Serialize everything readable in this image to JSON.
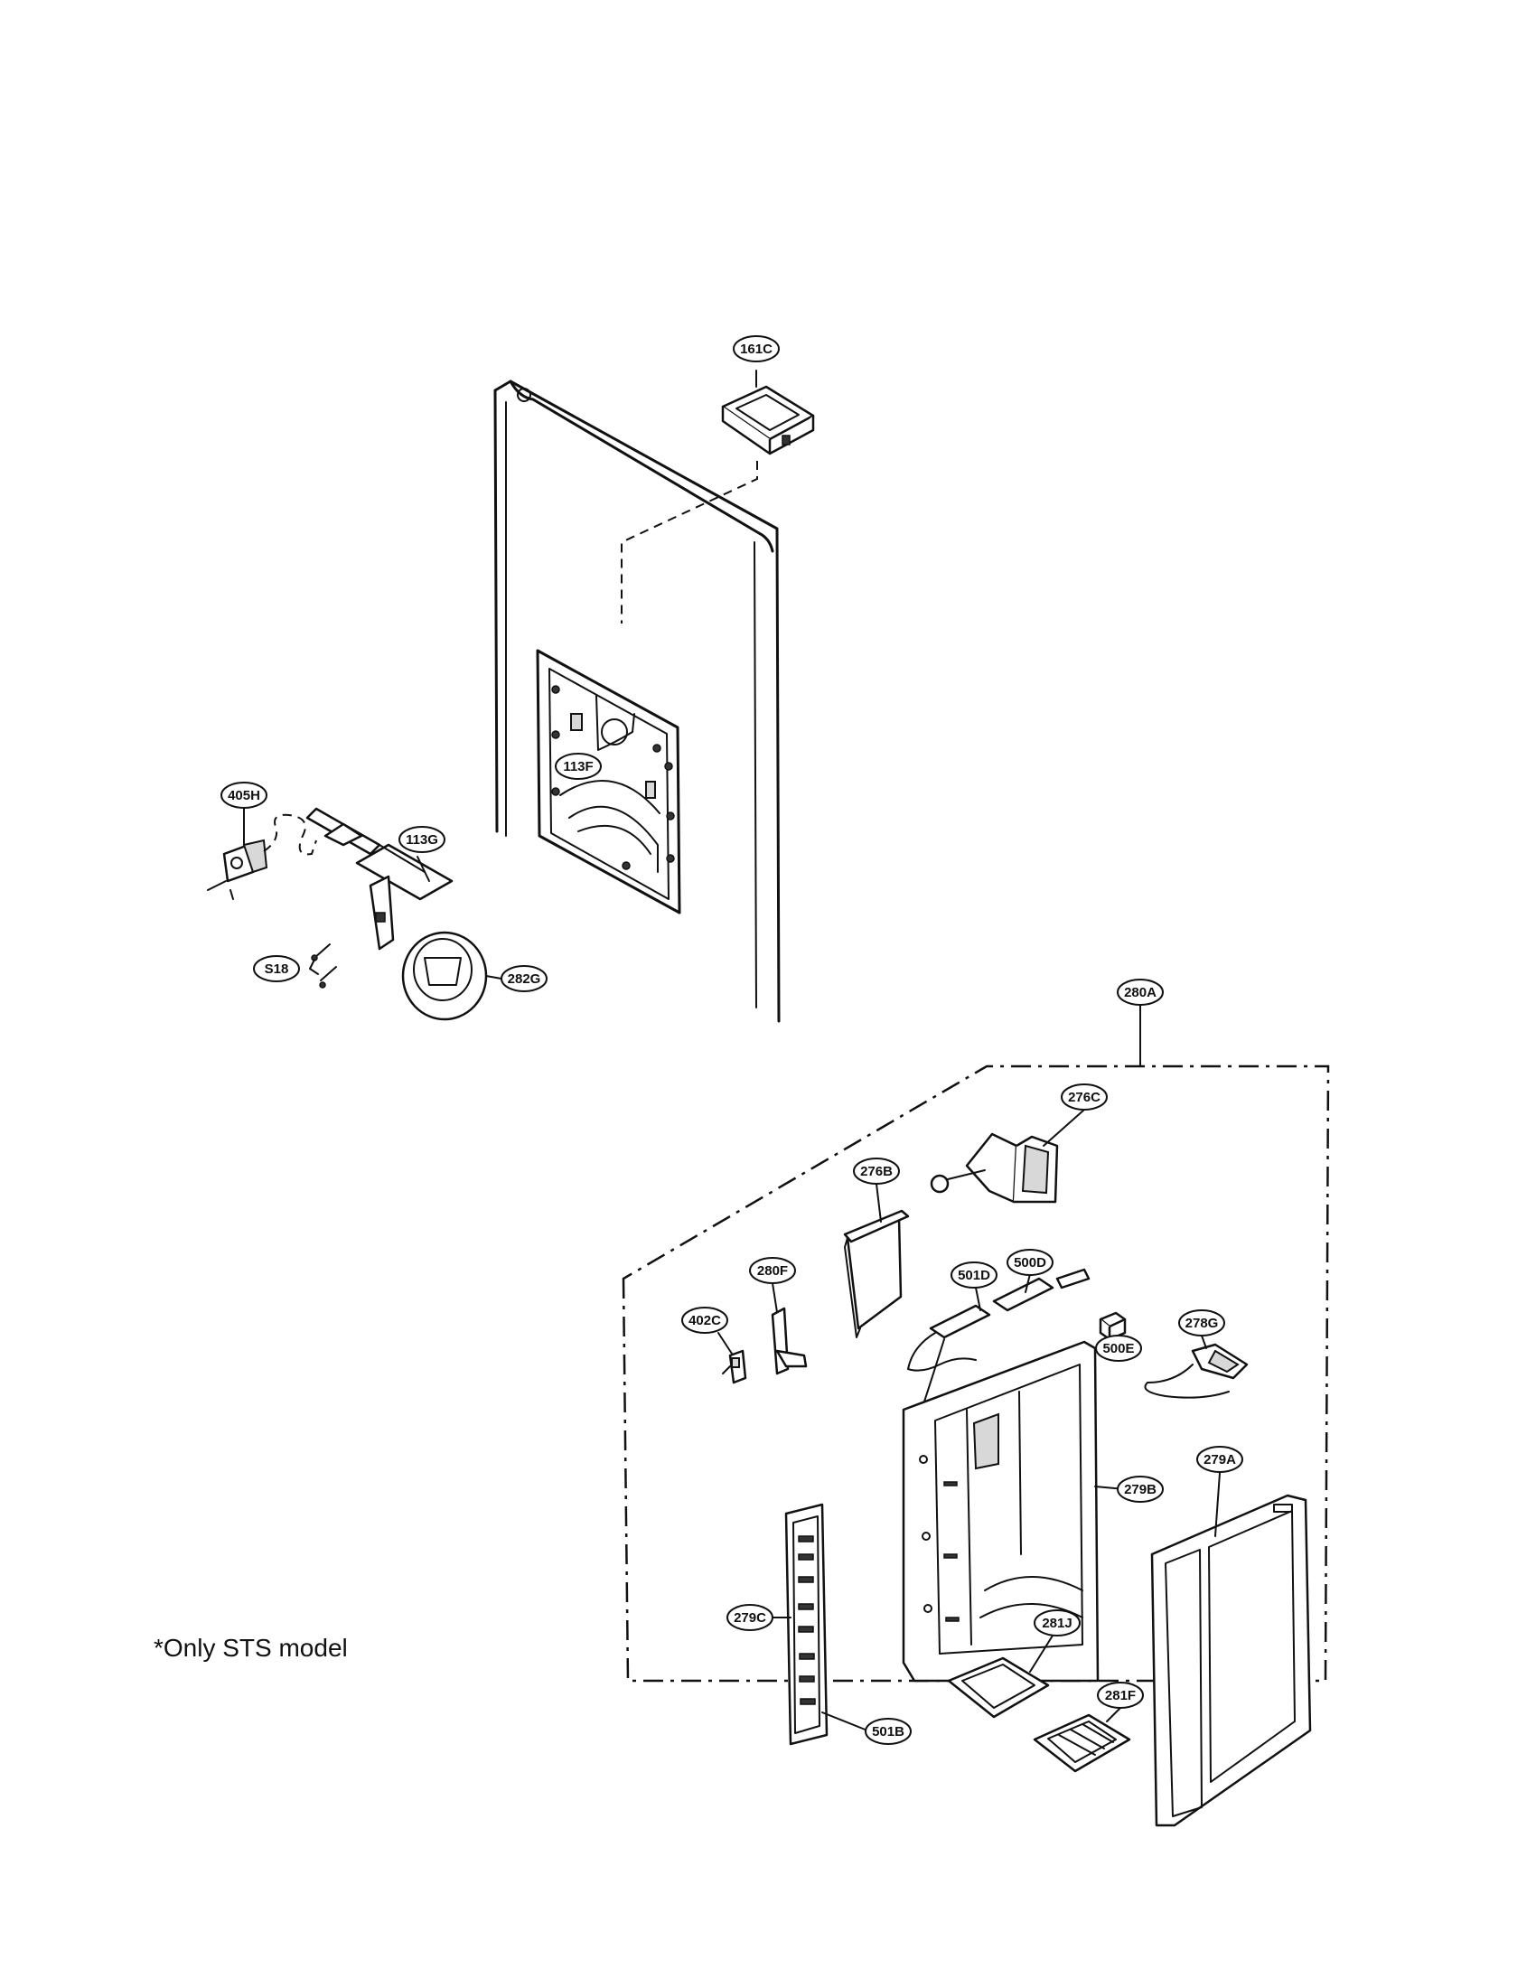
{
  "note": "*Only STS model",
  "callouts": [
    {
      "id": "161C",
      "label": "161C"
    },
    {
      "id": "113F",
      "label": "113F"
    },
    {
      "id": "405H",
      "label": "405H"
    },
    {
      "id": "113G",
      "label": "113G"
    },
    {
      "id": "S18",
      "label": "S18"
    },
    {
      "id": "282G",
      "label": "282G"
    },
    {
      "id": "280A",
      "label": "280A"
    },
    {
      "id": "276C",
      "label": "276C"
    },
    {
      "id": "276B",
      "label": "276B"
    },
    {
      "id": "280F",
      "label": "280F"
    },
    {
      "id": "501D",
      "label": "501D"
    },
    {
      "id": "500D",
      "label": "500D"
    },
    {
      "id": "402C",
      "label": "402C"
    },
    {
      "id": "500E",
      "label": "500E"
    },
    {
      "id": "278G",
      "label": "278G"
    },
    {
      "id": "279B",
      "label": "279B"
    },
    {
      "id": "279A",
      "label": "279A"
    },
    {
      "id": "279C",
      "label": "279C"
    },
    {
      "id": "281J",
      "label": "281J"
    },
    {
      "id": "281F",
      "label": "281F"
    },
    {
      "id": "501B",
      "label": "501B"
    }
  ]
}
